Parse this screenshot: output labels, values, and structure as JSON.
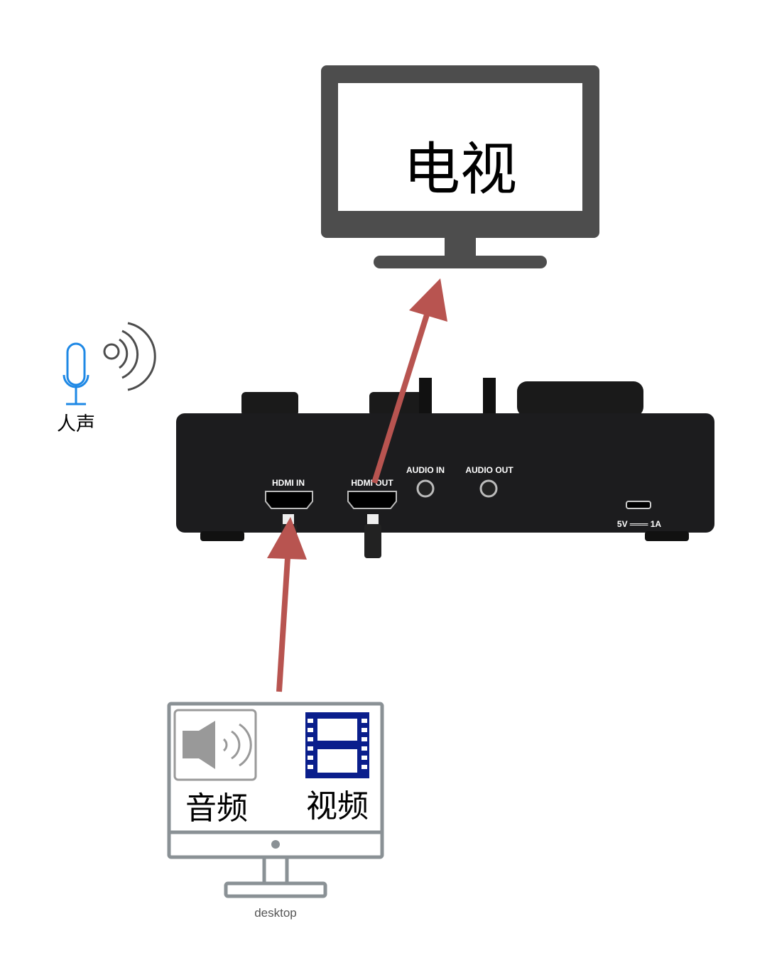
{
  "tv": {
    "label": "电视"
  },
  "voice": {
    "label": "人声"
  },
  "device": {
    "ports": {
      "hdmi_in": "HDMI IN",
      "hdmi_out": "HDMI OUT",
      "audio_in": "AUDIO IN",
      "audio_out": "AUDIO OUT",
      "power": "5V ═══ 1A"
    }
  },
  "desktop": {
    "audio_label": "音频",
    "video_label": "视频",
    "caption": "desktop"
  },
  "colors": {
    "arrow": "#b85450",
    "tv": "#4d4d4d",
    "mic": "#1e88e5",
    "film": "#0a1e8c",
    "monitor": "#8a9195"
  }
}
